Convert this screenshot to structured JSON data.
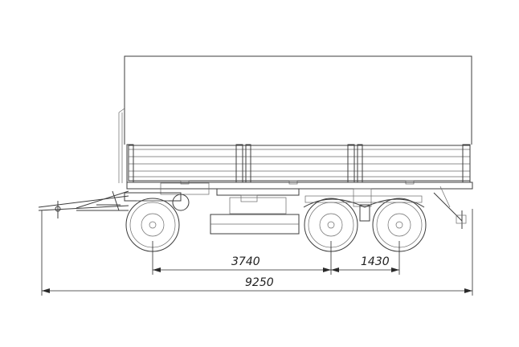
{
  "dimensions": {
    "drawbar_to_rear_axle": "3740",
    "axle_spacing": "1430",
    "overall_length": "9250"
  },
  "colors": {
    "line": "#3c3c3c",
    "background": "#ffffff"
  }
}
